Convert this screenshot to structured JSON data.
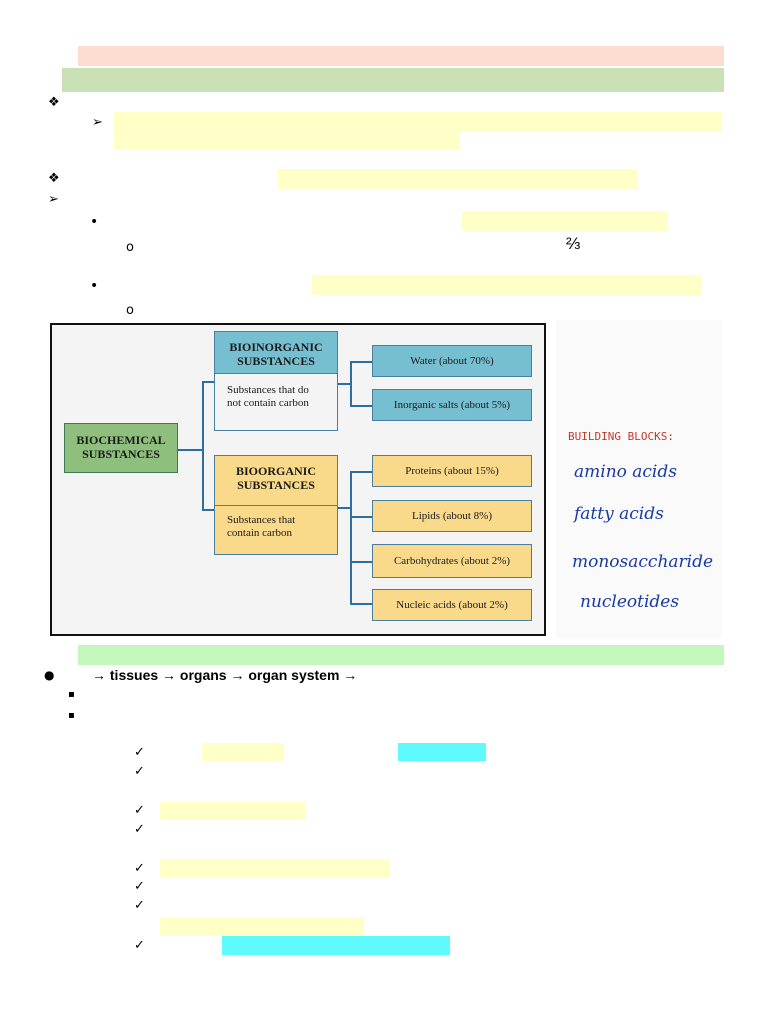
{
  "highlight_colors": {
    "pink": "#fddcd2",
    "green": "#c9e1b4",
    "yellow": "#ffffc8",
    "light_green": "#c4f7bc",
    "cyan": "#5ffafb"
  },
  "bullets": {
    "diamond": "❖",
    "arrowhead": "➢",
    "small_arrow": "➢",
    "dot": "•",
    "circle": "o",
    "check": "✓",
    "square": "▪",
    "big_dot": "●"
  },
  "fraction": "⅔",
  "hierarchy_line": "→ tissues → organs → organ system →",
  "diagram": {
    "root": {
      "line1": "BIOCHEMICAL",
      "line2": "SUBSTANCES"
    },
    "bioinorganic": {
      "line1": "BIOINORGANIC",
      "line2": "SUBSTANCES",
      "desc1": "Substances that do",
      "desc2": "not contain carbon"
    },
    "bioorganic": {
      "line1": "BIOORGANIC",
      "line2": "SUBSTANCES",
      "desc1": "Substances that",
      "desc2": "contain carbon"
    },
    "inorganic_leaves": [
      "Water (about 70%)",
      "Inorganic salts (about 5%)"
    ],
    "organic_leaves": [
      "Proteins (about 15%)",
      "Lipids (about 8%)",
      "Carbohydrates (about 2%)",
      "Nucleic acids (about 2%)"
    ]
  },
  "note": {
    "title": "BUILDING BLOCKS:",
    "items": [
      "amino acids",
      "fatty acids",
      "monosaccharide",
      "nucleotides"
    ]
  }
}
